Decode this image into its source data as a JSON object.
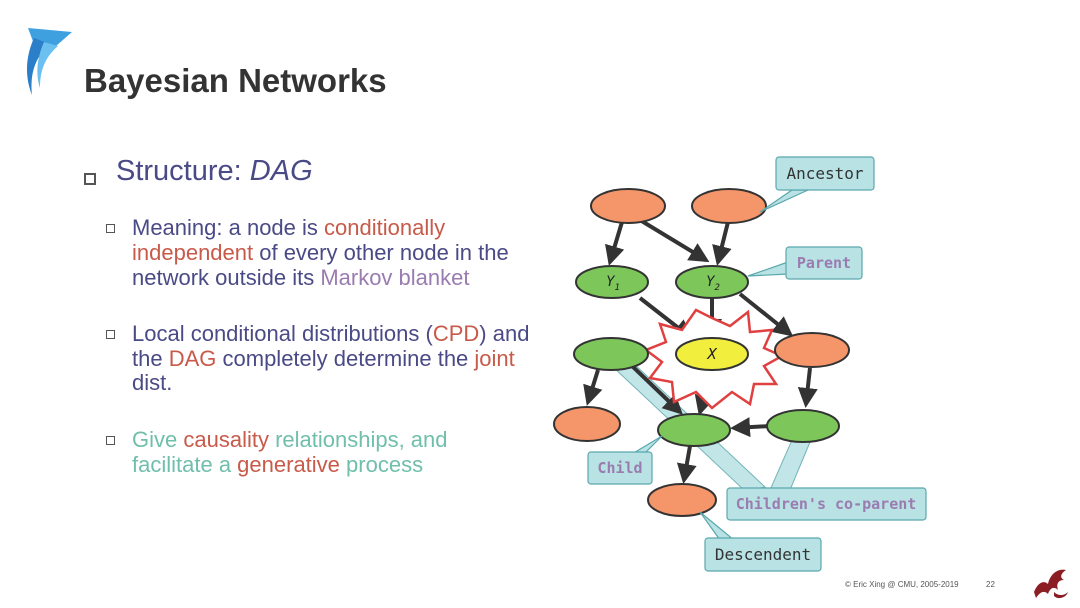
{
  "slide": {
    "title": "Bayesian Networks",
    "footer": "© Eric Xing @ CMU, 2005-2019",
    "page_number": "22"
  },
  "bullets": {
    "main": {
      "prefix": "Structure: ",
      "emph": "DAG"
    },
    "meaning": {
      "t1": "Meaning: a node is ",
      "t2": "conditionally independent",
      "t3": " of every other node in the network outside its ",
      "t4": "Markov blanket"
    },
    "cpd": {
      "t1": "Local conditional distributions (",
      "t2": "CPD",
      "t3": ") and the ",
      "t4": "DAG",
      "t5": " completely determine the ",
      "t6": "joint",
      "t7": " dist."
    },
    "causal": {
      "t1": "Give ",
      "t2": "causality",
      "t3": " relationships, and facilitate a ",
      "t4": "generative",
      "t5": " process"
    }
  },
  "diagram": {
    "labels": {
      "ancestor": "Ancestor",
      "parent": "Parent",
      "child": "Child",
      "coparent": "Children's co-parent",
      "descendent": "Descendent"
    },
    "nodes": {
      "y1_letter": "Y",
      "y1_sub": "1",
      "y2_letter": "Y",
      "y2_sub": "2",
      "x": "X"
    }
  },
  "colors": {
    "orange_node": "#f4956a",
    "green_node": "#7cc65a",
    "yellow_node": "#f2ee3e",
    "callout_fill": "#b8e2e4",
    "highlight_red": "#e04040",
    "title_text": "#333333"
  }
}
